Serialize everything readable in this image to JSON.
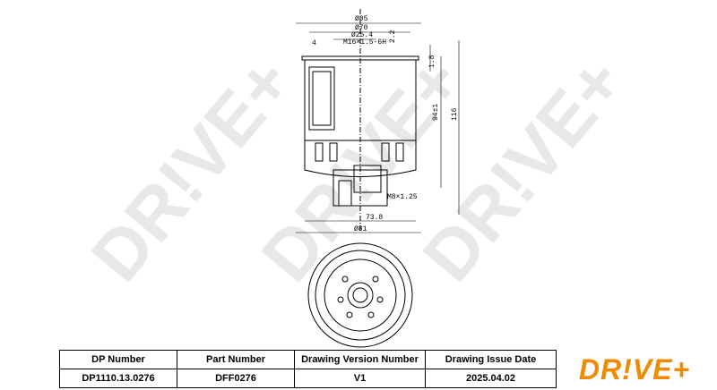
{
  "watermark": "DR!VE+",
  "dimensions": {
    "d85": "Ø85",
    "d70": "Ø70",
    "d25": "Ø25.4",
    "thread": "M16×1.5-6H",
    "w4": "4",
    "h22": "2.2",
    "h18": "1.8",
    "h94": "94±1",
    "h116": "116",
    "m8": "M8×1.25",
    "w738": "73.8",
    "d81": "Ø81"
  },
  "table": {
    "headers": [
      "DP Number",
      "Part Number",
      "Drawing Version Number",
      "Drawing Issue Date"
    ],
    "values": [
      "DP1110.13.0276",
      "DFF0276",
      "V1",
      "2025.04.02"
    ]
  },
  "logo": "DR!VE+",
  "colors": {
    "brand": "#f08a00"
  }
}
